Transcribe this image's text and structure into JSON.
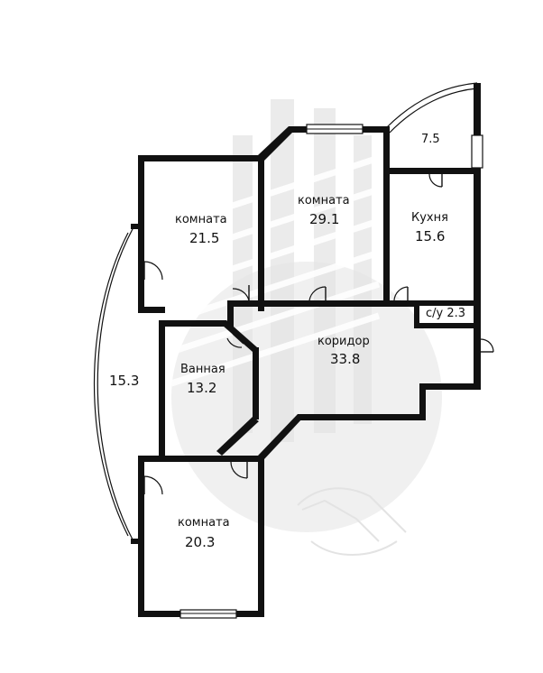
{
  "plan": {
    "rooms": [
      {
        "id": "room-1",
        "name": "комната",
        "area": "21.5"
      },
      {
        "id": "room-2",
        "name": "комната",
        "area": "29.1"
      },
      {
        "id": "kitchen",
        "name": "Кухня",
        "area": "15.6"
      },
      {
        "id": "bathroom",
        "name": "Ванная",
        "area": "13.2"
      },
      {
        "id": "corridor",
        "name": "коридор",
        "area": "33.8"
      },
      {
        "id": "room-3",
        "name": "комната",
        "area": "20.3"
      },
      {
        "id": "wc",
        "name": "",
        "area": "с/у 2.3"
      },
      {
        "id": "balcony-left",
        "name": "",
        "area": "15.3"
      },
      {
        "id": "balcony-top",
        "name": "",
        "area": "7.5"
      }
    ]
  },
  "colors": {
    "wall": "#111111",
    "watermark": "#e3e3e3",
    "background": "#ffffff"
  }
}
